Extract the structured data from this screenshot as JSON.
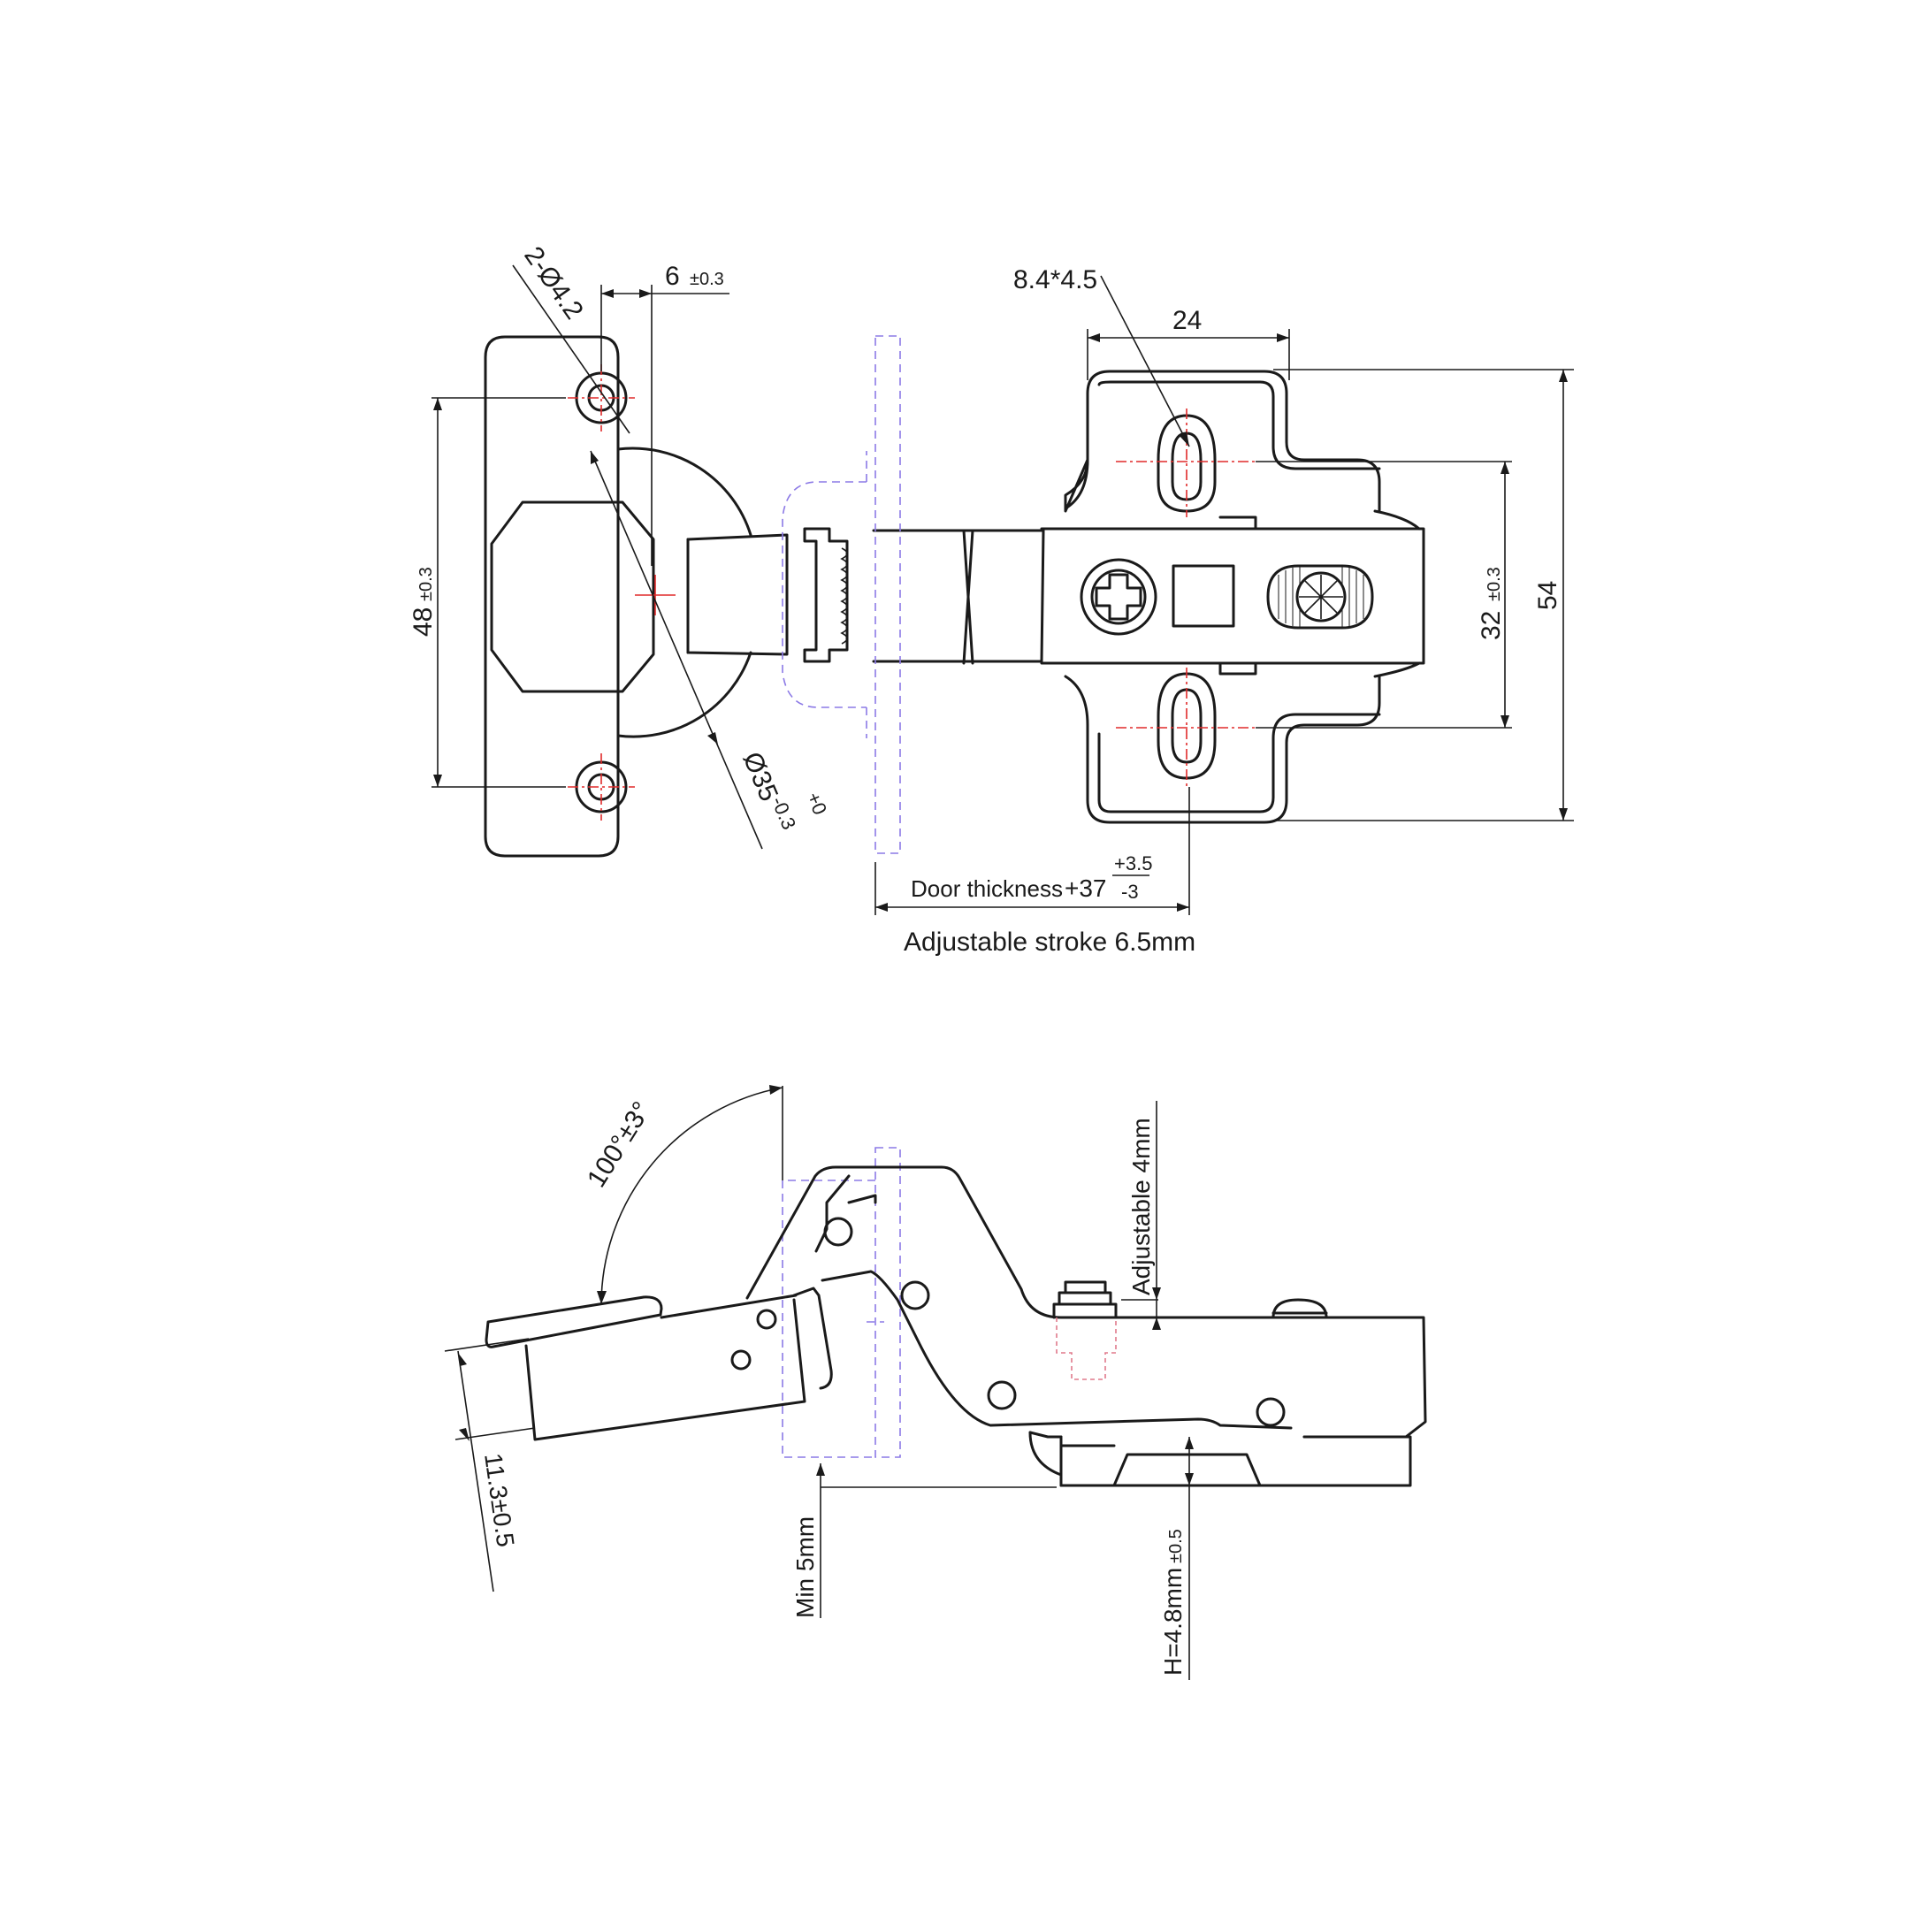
{
  "top_view": {
    "dim_holes": "2-Ø4.2",
    "dim_offset": "6",
    "dim_offset_tol": "±0.3",
    "dim_cup_spacing": "48",
    "dim_cup_spacing_tol": "±0.3",
    "dim_cup_dia": "Ø35",
    "dim_cup_dia_tol_upper": "+0",
    "dim_cup_dia_tol_lower": "-0.3",
    "dim_slot": "8.4*4.5",
    "dim_plate_width": "24",
    "dim_slot_spacing": "32",
    "dim_slot_spacing_tol": "±0.3",
    "dim_plate_height": "54",
    "door_thickness_label": "Door thickness",
    "door_thickness_value": "+37",
    "door_thickness_tol_upper": "+3.5",
    "door_thickness_tol_lower": "-3",
    "adjustable_stroke": "Adjustable stroke 6.5mm"
  },
  "side_view": {
    "opening_angle": "100°±3°",
    "adjustable_height": "Adjustable 4mm",
    "cup_depth": "11.3±0.5",
    "min_gap": "Min 5mm",
    "plate_height": "H=4.8mm",
    "plate_height_tol": "±0.5"
  }
}
